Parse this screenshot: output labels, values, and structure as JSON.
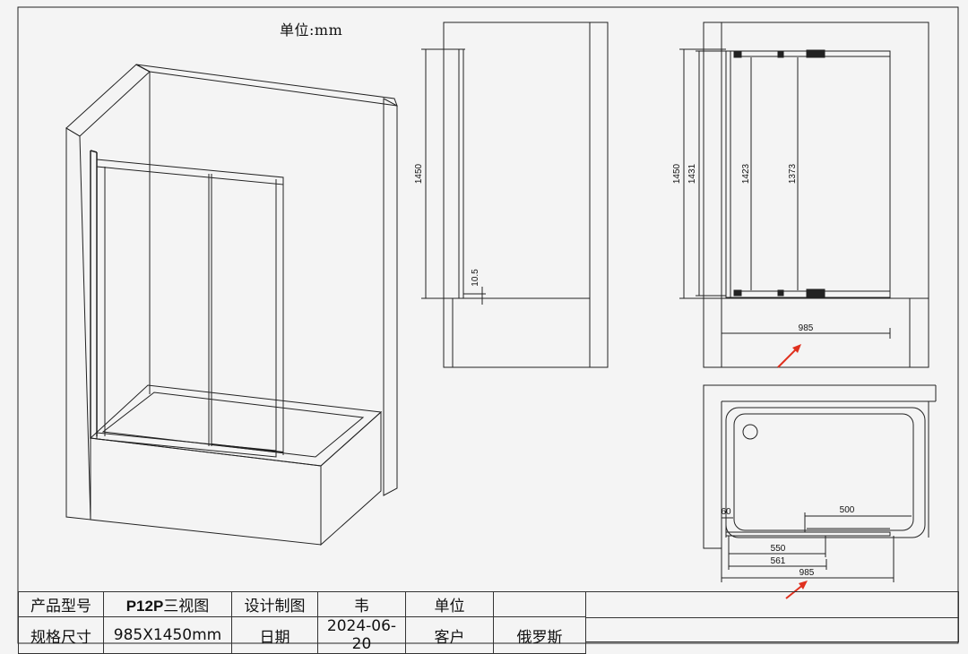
{
  "unit_label": "单位:mm",
  "dimensions": {
    "side_height": "1450",
    "side_gap": "10.5",
    "front_total_height": "1450",
    "front_frame_height": "1431",
    "front_inner_height_a": "1423",
    "front_inner_height_b": "1373",
    "front_width": "985",
    "plan_panel_width": "500",
    "plan_offset": "60",
    "plan_fixed_width": "550",
    "plan_glass_width": "561",
    "plan_total_width": "985"
  },
  "title_block": {
    "row1": {
      "label_model": "产品型号",
      "model_code": "P12P",
      "model_suffix": "三视图",
      "label_designer": "设计制图",
      "designer": "韦",
      "label_unit": "单位",
      "unit_value": ""
    },
    "row2": {
      "label_size": "规格尺寸",
      "size_value": "985X1450mm",
      "label_date": "日期",
      "date_value": "2024-06-20",
      "label_customer": "客户",
      "customer_value": "俄罗斯"
    }
  },
  "colors": {
    "line": "#222222",
    "arrow": "#e0301e",
    "paper": "#f4f4f4"
  }
}
